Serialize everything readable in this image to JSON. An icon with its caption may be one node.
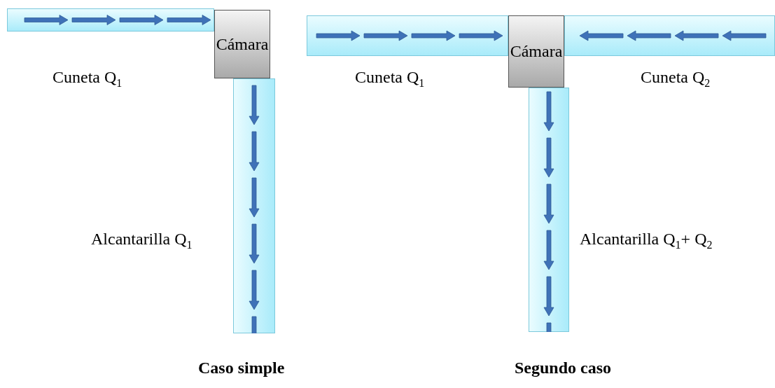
{
  "diagram": {
    "nodes": [
      {
        "text": [
          "Cuneta Q$_{1}$"
        ]
      },
      {
        "text": [
          "Cámara"
        ]
      },
      {
        "text": [
          "Alcantarilla Q$_{1}$"
        ]
      },
      {
        "text": [
          "Cuneta Q$_{1}$"
        ]
      },
      {
        "text": [
          "Cámara"
        ]
      },
      {
        "text": [
          "Cuneta Q$_{2}$"
        ]
      },
      {
        "text": [
          "Alcantarilla Q$_{1}$+ Q$_{2}$"
        ]
      }
    ],
    "labels": [
      "Caso simple",
      "Segundo caso"
    ]
  }
}
